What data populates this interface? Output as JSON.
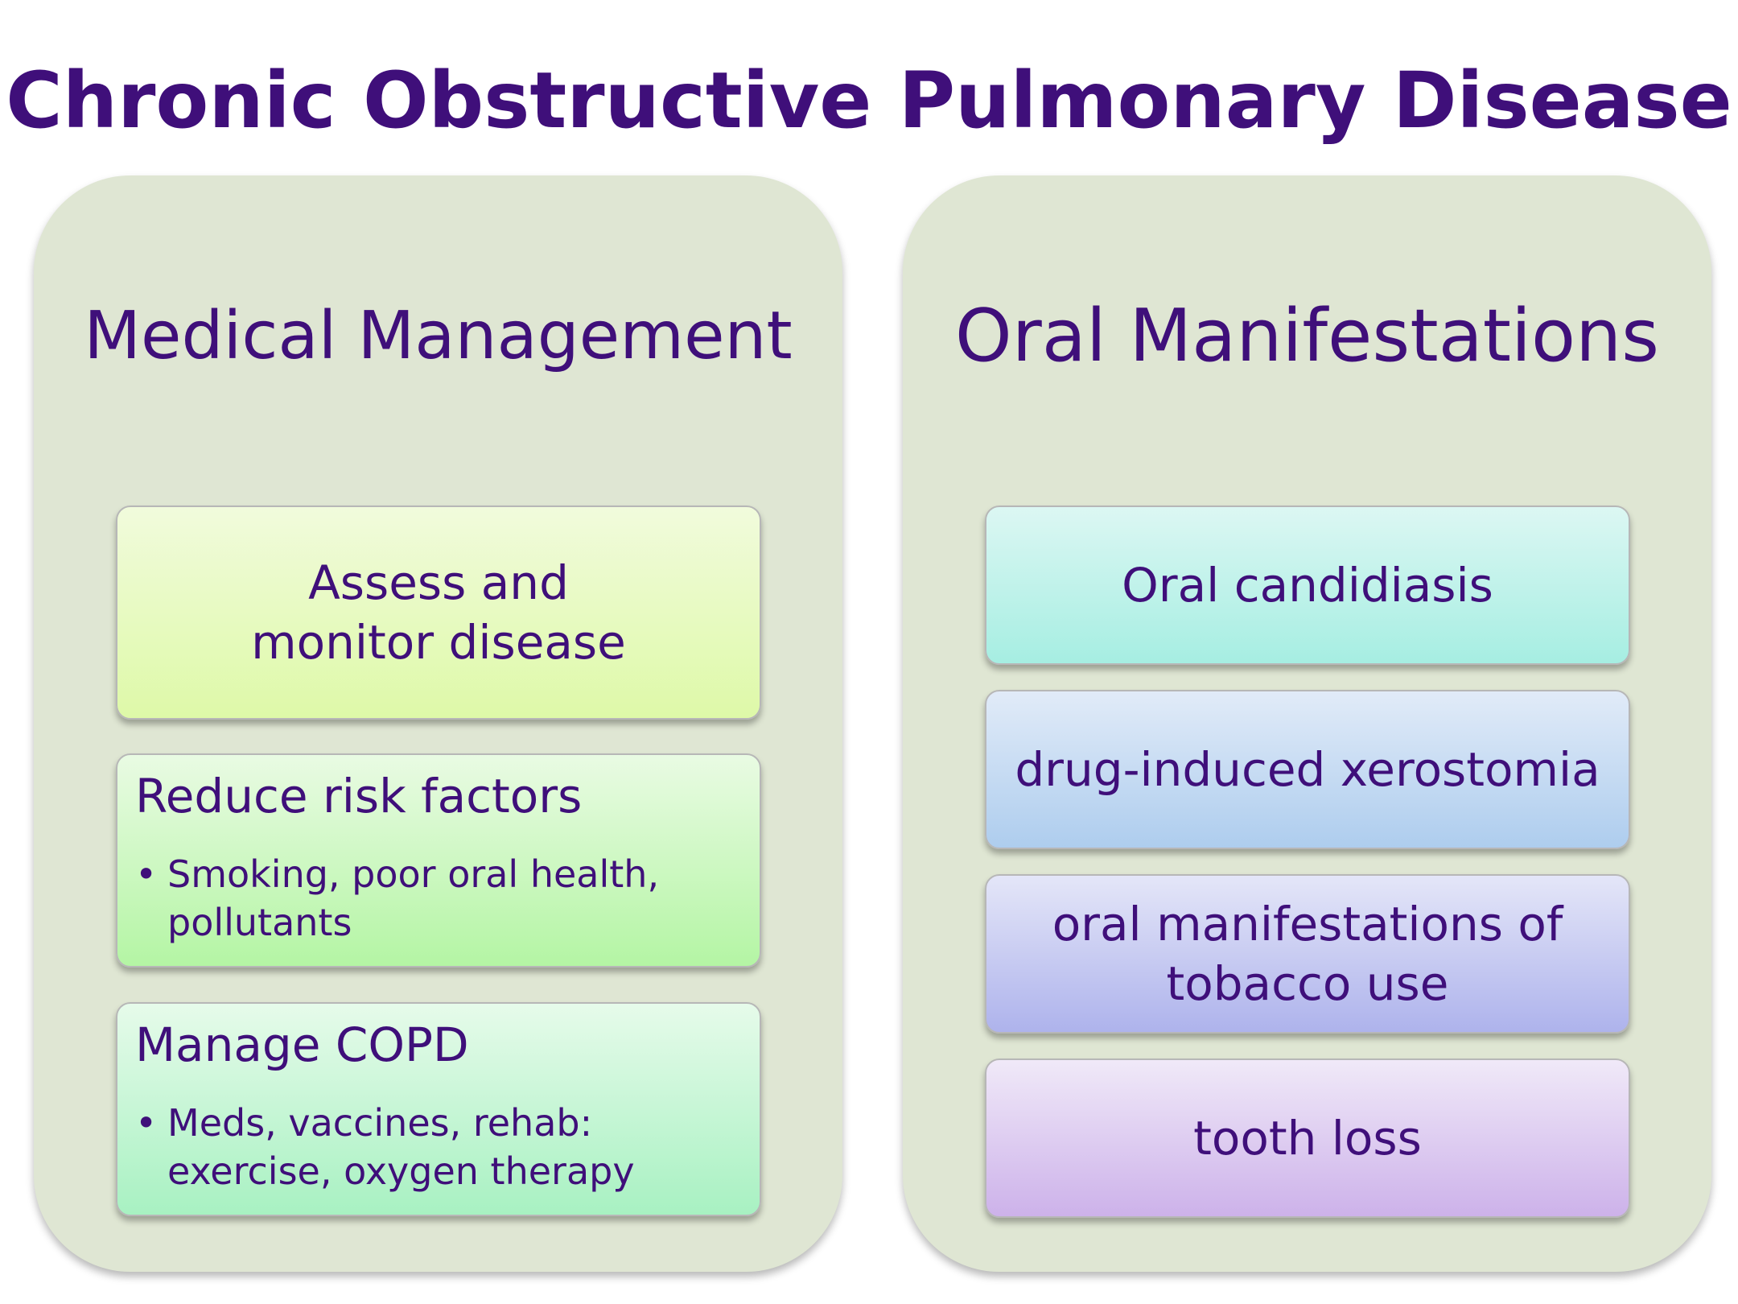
{
  "title": "Chronic Obstructive Pulmonary Disease",
  "left_panel": {
    "heading": "Medical Management",
    "items": [
      {
        "text": "Assess and monitor disease"
      },
      {
        "heading": "Reduce risk factors",
        "bullet": "Smoking, poor oral health, pollutants"
      },
      {
        "heading": "Manage COPD",
        "bullet": "Meds, vaccines, rehab: exercise, oxygen therapy"
      }
    ]
  },
  "right_panel": {
    "heading": "Oral Manifestations",
    "items": [
      {
        "text": "Oral candidiasis"
      },
      {
        "text": "drug-induced xerostomia"
      },
      {
        "text": "oral manifestations of tobacco use"
      },
      {
        "text": "tooth loss"
      }
    ]
  },
  "bullet_symbol": "•",
  "colors": {
    "text": "#3f0f7a",
    "panel_background": "#dfe6d3"
  }
}
